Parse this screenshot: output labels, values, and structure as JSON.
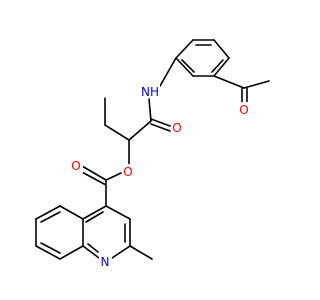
{
  "colors": {
    "bond": "#000000",
    "carbon": "#000000",
    "oxygen": "#ff0000",
    "nitrogen": "#0000ff",
    "background": "#ffffff"
  },
  "atoms": {
    "nh": "NH",
    "ketone_o": "O",
    "amide_o": "O",
    "ester_o_ring": "O",
    "ester_o_carbonyl": "O",
    "quinoline_n": "N"
  }
}
